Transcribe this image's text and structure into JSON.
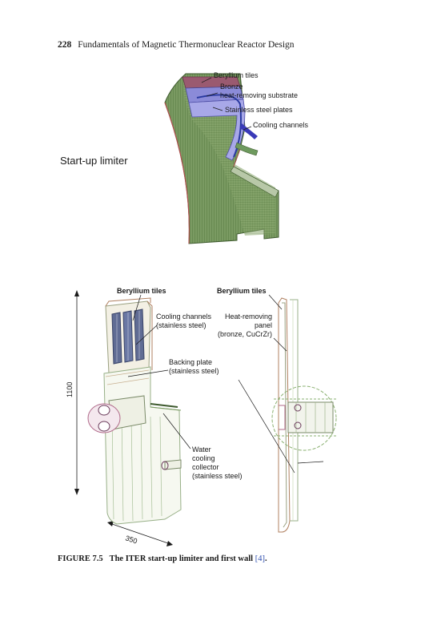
{
  "header": {
    "page_number": "228",
    "running_title": "Fundamentals of Magnetic Thermonuclear Reactor Design"
  },
  "figure_top": {
    "title": "Start-up limiter",
    "labels": {
      "beryllium_tiles": "Beryllium tiles",
      "bronze_line1": "Bronze",
      "bronze_line2": "heat-removing substrate",
      "stainless_plates": "Stainless steel plates",
      "cooling_channels": "Cooling channels"
    }
  },
  "figure_bottom": {
    "labels": {
      "beryllium_left": "Beryllium tiles",
      "beryllium_right": "Beryllium tiles",
      "cooling_line1": "Cooling channels",
      "cooling_line2": "(stainless steel)",
      "heat_line1": "Heat-removing",
      "heat_line2": "panel",
      "heat_line3": "(bronze, CuCrZr)",
      "backing_line1": "Backing plate",
      "backing_line2": "(stainless steel)",
      "water_line1": "Water",
      "water_line2": "cooling",
      "water_line3": "collector",
      "water_line4": "(stainless steel)",
      "dim_height": "1100",
      "dim_width": "350"
    }
  },
  "caption": {
    "number": "FIGURE 7.5",
    "text": "The ITER start-up limiter and first wall",
    "ref": "[4]",
    "end": "."
  }
}
